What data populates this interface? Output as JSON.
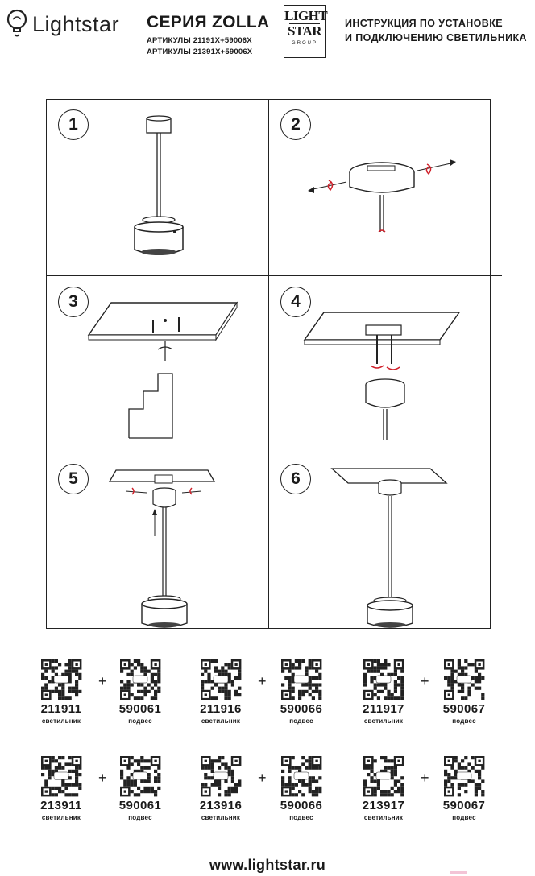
{
  "header": {
    "brand_name": "Lightstar",
    "series_title": "СЕРИЯ ZOLLA",
    "articles_1": "АРТИКУЛЫ 21191X+59006X",
    "articles_2": "АРТИКУЛЫ 21391X+59006X",
    "logo_line1": "LIGHT",
    "logo_line2": "STAR",
    "logo_line3": "GROUP",
    "instruction_1": "ИНСТРУКЦИЯ ПО УСТАНОВКЕ",
    "instruction_2": "И ПОДКЛЮЧЕНИЮ СВЕТИЛЬНИКА"
  },
  "steps": [
    "1",
    "2",
    "3",
    "4",
    "5",
    "6"
  ],
  "products": [
    {
      "code": "211911",
      "type": "светильник"
    },
    {
      "code": "590061",
      "type": "подвес"
    },
    {
      "code": "211916",
      "type": "светильник"
    },
    {
      "code": "590066",
      "type": "подвес"
    },
    {
      "code": "211917",
      "type": "светильник"
    },
    {
      "code": "590067",
      "type": "подвес"
    },
    {
      "code": "213911",
      "type": "светильник"
    },
    {
      "code": "590061",
      "type": "подвес"
    },
    {
      "code": "213916",
      "type": "светильник"
    },
    {
      "code": "590066",
      "type": "подвес"
    },
    {
      "code": "213917",
      "type": "светильник"
    },
    {
      "code": "590067",
      "type": "подвес"
    }
  ],
  "plus_sign": "+",
  "website": "www.lightstar.ru",
  "colors": {
    "ink": "#1a1a1a",
    "accent_red": "#d0202a"
  }
}
